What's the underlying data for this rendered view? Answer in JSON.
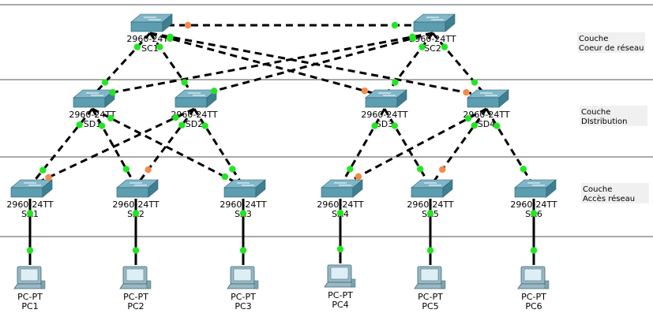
{
  "layers": [
    {
      "id": "core",
      "line1": "Couche",
      "line2": "Coeur de réseau"
    },
    {
      "id": "dist",
      "line1": "Couche",
      "line2": "DIstribution"
    },
    {
      "id": "access",
      "line1": "Couche",
      "line2": "Accès réseau"
    }
  ],
  "devices": [
    {
      "id": "SC1",
      "kind": "switch",
      "model": "2960-24TT",
      "name": "SC1"
    },
    {
      "id": "SC2",
      "kind": "switch",
      "model": "2960-24TT",
      "name": "SC2"
    },
    {
      "id": "SD1",
      "kind": "switch",
      "model": "2960-24TT",
      "name": "SD1"
    },
    {
      "id": "SD2",
      "kind": "switch",
      "model": "2960-24TT",
      "name": "SD2"
    },
    {
      "id": "SD3",
      "kind": "switch",
      "model": "2960-24TT",
      "name": "SD3"
    },
    {
      "id": "SD4",
      "kind": "switch",
      "model": "2960-24TT",
      "name": "SD4"
    },
    {
      "id": "SA1",
      "kind": "switch",
      "model": "2960-24TT",
      "name": "SA1"
    },
    {
      "id": "SA2",
      "kind": "switch",
      "model": "2960-24TT",
      "name": "SA2"
    },
    {
      "id": "SA3",
      "kind": "switch",
      "model": "2960-24TT",
      "name": "SA3"
    },
    {
      "id": "SA4",
      "kind": "switch",
      "model": "2960-24TT",
      "name": "SA4"
    },
    {
      "id": "SA5",
      "kind": "switch",
      "model": "2960-24TT",
      "name": "SA5"
    },
    {
      "id": "SA6",
      "kind": "switch",
      "model": "2960-24TT",
      "name": "SA6"
    },
    {
      "id": "PC1",
      "kind": "pc",
      "model": "PC-PT",
      "name": "PC1"
    },
    {
      "id": "PC2",
      "kind": "pc",
      "model": "PC-PT",
      "name": "PC2"
    },
    {
      "id": "PC3",
      "kind": "pc",
      "model": "PC-PT",
      "name": "PC3"
    },
    {
      "id": "PC4",
      "kind": "pc",
      "model": "PC-PT",
      "name": "PC4"
    },
    {
      "id": "PC5",
      "kind": "pc",
      "model": "PC-PT",
      "name": "PC5"
    },
    {
      "id": "PC6",
      "kind": "pc",
      "model": "PC-PT",
      "name": "PC6"
    }
  ],
  "links": [
    {
      "from": "SC1",
      "to": "SC2",
      "type": "dashed",
      "a": "orange",
      "b": "green"
    },
    {
      "from": "SC1",
      "to": "SD1",
      "type": "dashed",
      "a": "green",
      "b": "green"
    },
    {
      "from": "SC1",
      "to": "SD2",
      "type": "dashed",
      "a": "green",
      "b": "green"
    },
    {
      "from": "SC1",
      "to": "SD3",
      "type": "dashed",
      "a": "green",
      "b": "orange"
    },
    {
      "from": "SC1",
      "to": "SD4",
      "type": "dashed",
      "a": "green",
      "b": "orange"
    },
    {
      "from": "SC2",
      "to": "SD1",
      "type": "dashed",
      "a": "green",
      "b": "green"
    },
    {
      "from": "SC2",
      "to": "SD2",
      "type": "dashed",
      "a": "green",
      "b": "green"
    },
    {
      "from": "SC2",
      "to": "SD3",
      "type": "dashed",
      "a": "green",
      "b": "green"
    },
    {
      "from": "SC2",
      "to": "SD4",
      "type": "dashed",
      "a": "green",
      "b": "green"
    },
    {
      "from": "SD1",
      "to": "SA1",
      "type": "dashed",
      "a": "green",
      "b": "green"
    },
    {
      "from": "SD1",
      "to": "SA2",
      "type": "dashed",
      "a": "green",
      "b": "green"
    },
    {
      "from": "SD1",
      "to": "SA3",
      "type": "dashed",
      "a": "green",
      "b": "green"
    },
    {
      "from": "SD2",
      "to": "SA1",
      "type": "dashed",
      "a": "green",
      "b": "orange"
    },
    {
      "from": "SD2",
      "to": "SA2",
      "type": "dashed",
      "a": "green",
      "b": "orange"
    },
    {
      "from": "SD2",
      "to": "SA3",
      "type": "dashed",
      "a": "green",
      "b": "green"
    },
    {
      "from": "SD3",
      "to": "SA4",
      "type": "dashed",
      "a": "green",
      "b": "green"
    },
    {
      "from": "SD3",
      "to": "SA5",
      "type": "dashed",
      "a": "green",
      "b": "green"
    },
    {
      "from": "SD4",
      "to": "SA4",
      "type": "dashed",
      "a": "green",
      "b": "orange"
    },
    {
      "from": "SD4",
      "to": "SA5",
      "type": "dashed",
      "a": "green",
      "b": "orange"
    },
    {
      "from": "SD4",
      "to": "SA6",
      "type": "dashed",
      "a": "green",
      "b": "green"
    },
    {
      "from": "SA1",
      "to": "PC1",
      "type": "solid",
      "a": "green",
      "b": "green"
    },
    {
      "from": "SA2",
      "to": "PC2",
      "type": "solid",
      "a": "green",
      "b": "green"
    },
    {
      "from": "SA3",
      "to": "PC3",
      "type": "solid",
      "a": "green",
      "b": "green"
    },
    {
      "from": "SA4",
      "to": "PC4",
      "type": "solid",
      "a": "green",
      "b": "green"
    },
    {
      "from": "SA5",
      "to": "PC5",
      "type": "solid",
      "a": "green",
      "b": "green"
    },
    {
      "from": "SA6",
      "to": "PC6",
      "type": "solid",
      "a": "green",
      "b": "green"
    }
  ],
  "colors": {
    "green": "#22e622",
    "orange": "#f58a4a",
    "switch_top": "#7fb6c8",
    "switch_side": "#3f7f92",
    "switch_front": "#5d9db0",
    "layer_line": "#555555",
    "label_bg": "#f0f0f0",
    "pc_body": "#9ab8c4",
    "pc_screen": "#ddeef4"
  }
}
